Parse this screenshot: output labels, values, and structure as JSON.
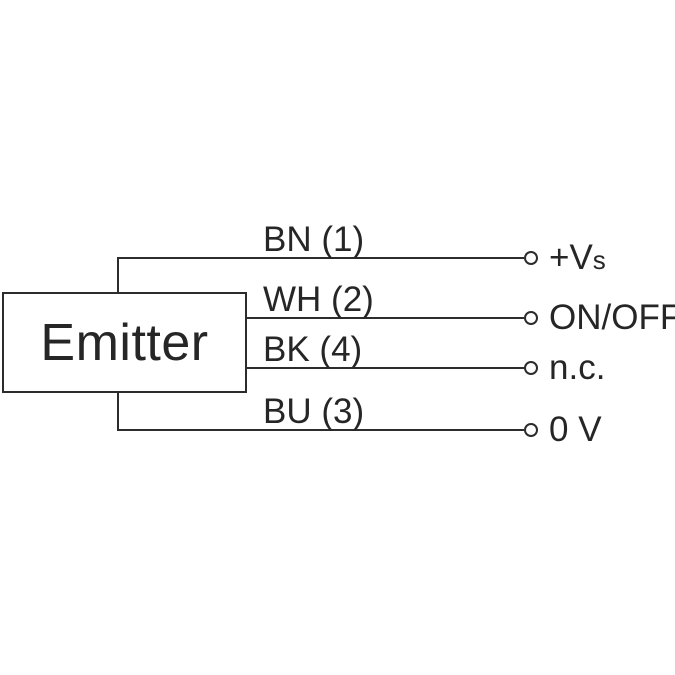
{
  "diagram": {
    "device_label": "Emitter",
    "wires": [
      {
        "label": "BN (1)",
        "terminal": "+V",
        "terminal_sub": "s"
      },
      {
        "label": "WH (2)",
        "terminal": "ON/OFF"
      },
      {
        "label": "BK (4)",
        "terminal": "n.c."
      },
      {
        "label": "BU (3)",
        "terminal": "0 V"
      }
    ],
    "colors": {
      "line": "#2c2c2c",
      "text": "#262626",
      "background": "#ffffff"
    }
  }
}
